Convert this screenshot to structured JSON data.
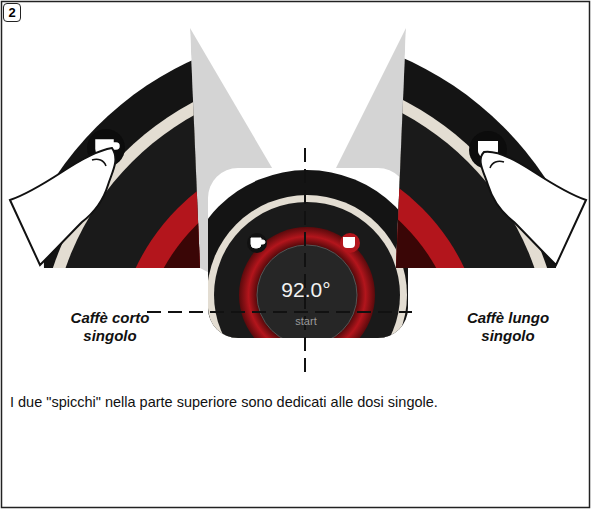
{
  "diagram": {
    "caption": "I due \"spicchi\" nella parte superiore sono dedicati alle dosi singole.",
    "nodes": [
      {
        "text": [
          "2"
        ]
      }
    ],
    "labels": [
      "Caffè corto singolo",
      "Caffè lungo singolo",
      "92.0°",
      "start"
    ]
  }
}
